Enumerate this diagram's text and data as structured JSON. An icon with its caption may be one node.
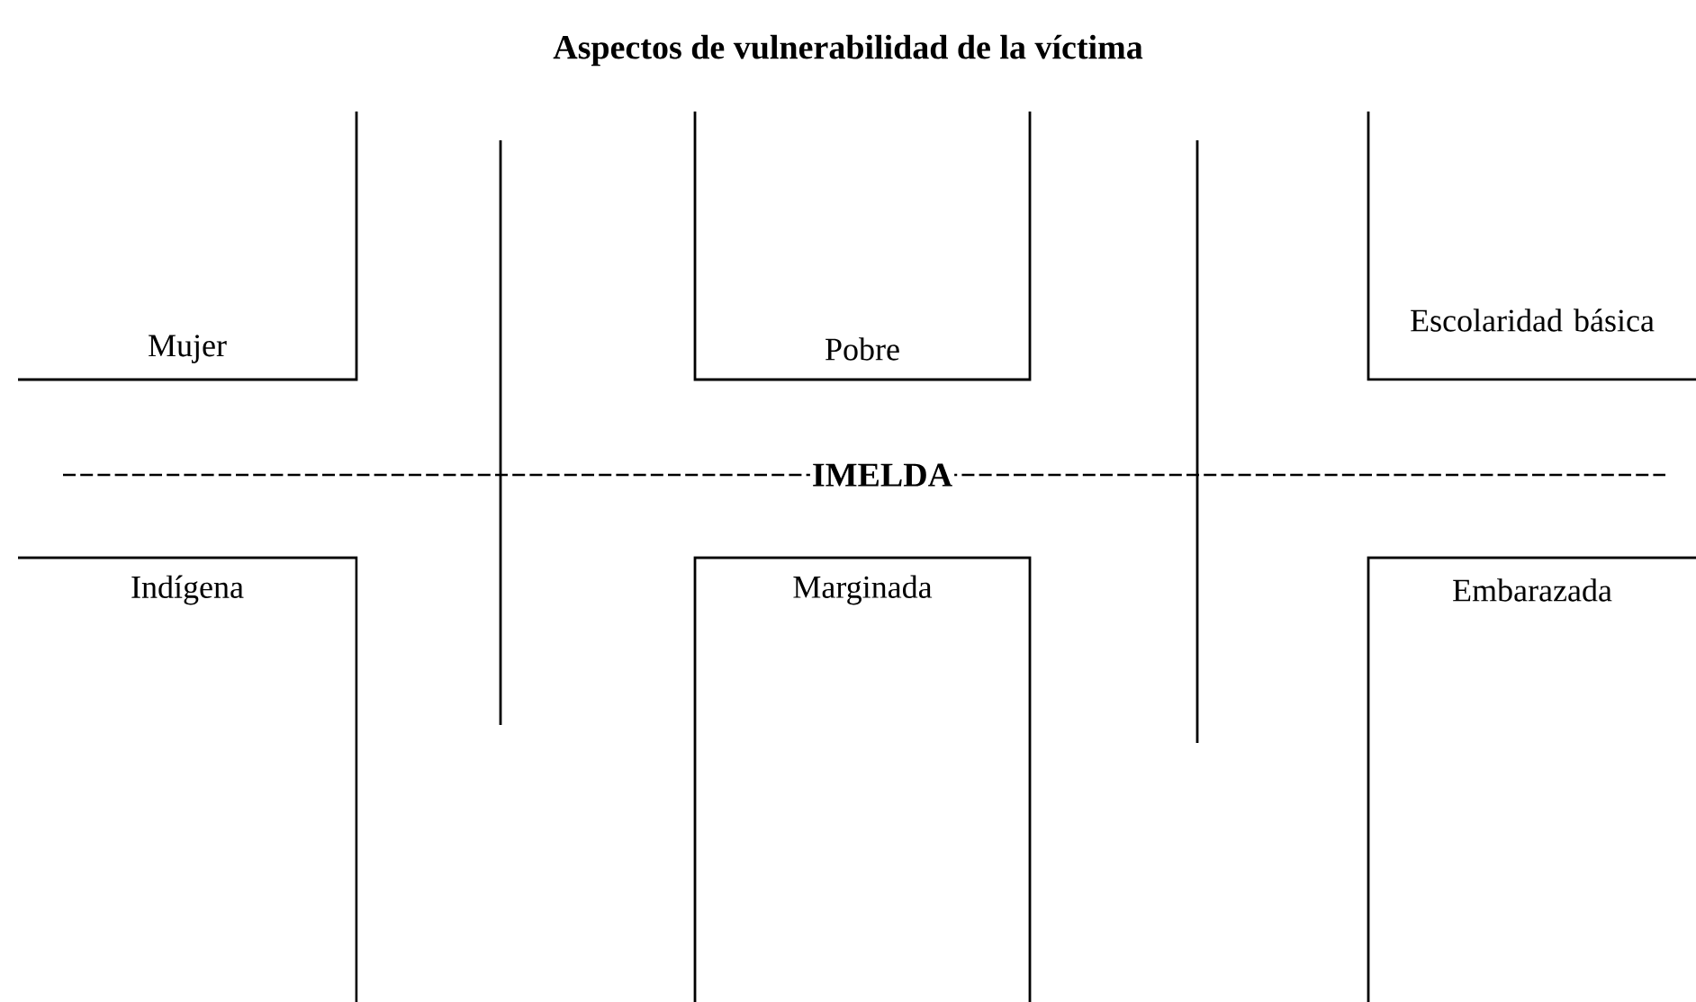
{
  "diagram": {
    "title": "Aspectos de vulnerabilidad de la víctima",
    "nodes": [
      {
        "text": [
          "Mujer"
        ]
      },
      {
        "text": [
          "Pobre"
        ]
      },
      {
        "text": [
          "Escolaridad básica"
        ]
      },
      {
        "text": [
          "Indígena"
        ]
      },
      {
        "text": [
          "Marginada"
        ]
      },
      {
        "text": [
          "Embarazada"
        ]
      }
    ],
    "labels": [
      "IMELDA"
    ]
  }
}
